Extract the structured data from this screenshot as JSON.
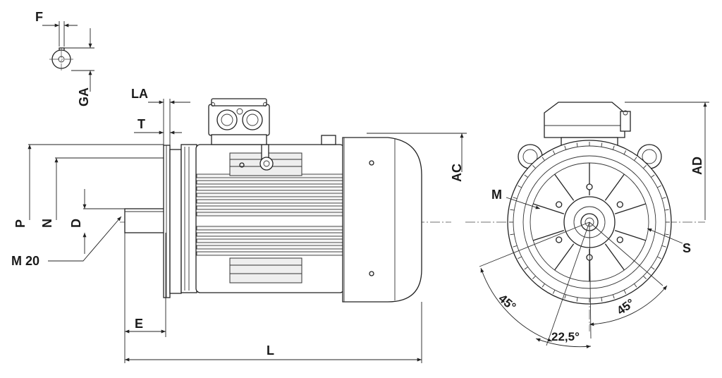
{
  "labels": {
    "F": "F",
    "GA": "GA",
    "LA": "LA",
    "T": "T",
    "AC": "AC",
    "P": "P",
    "N": "N",
    "D": "D",
    "M20": "M 20",
    "E": "E",
    "L": "L",
    "AD": "AD",
    "M": "M",
    "S": "S",
    "angle_left": "45°",
    "angle_right": "45°",
    "angle_bottom": "22,5°"
  },
  "colors": {
    "line": "#222222",
    "background": "#ffffff"
  }
}
